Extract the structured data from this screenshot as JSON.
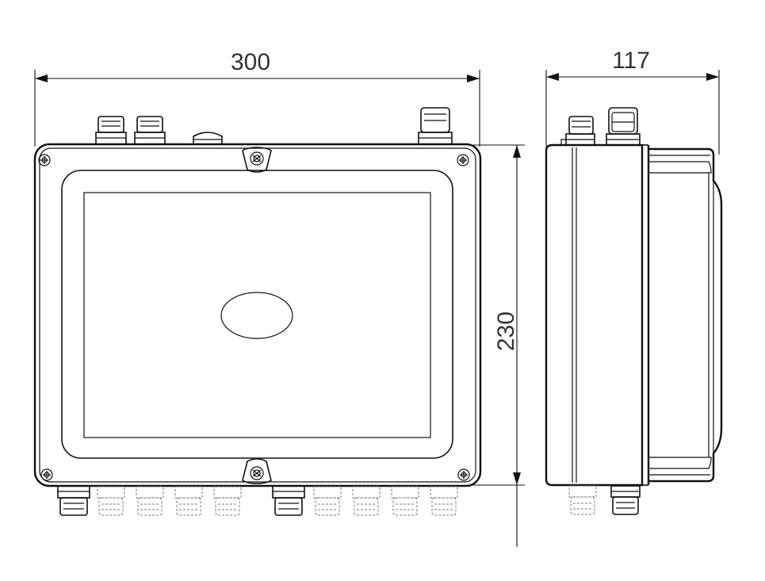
{
  "dimensions": {
    "width": "300",
    "depth": "117",
    "height": "230"
  }
}
